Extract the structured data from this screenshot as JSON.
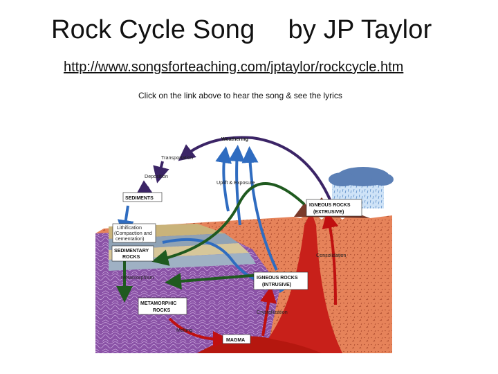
{
  "header": {
    "song_title": "Rock Cycle Song",
    "author": "by  JP Taylor",
    "link": "http://www.songsforteaching.com/jptaylor/rockcycle.htm",
    "note": "Click on the link above to hear the song & see the lyrics"
  },
  "diagram": {
    "labels": {
      "weathering": "Weathering",
      "transportation": "Transportation",
      "deposition": "Deposition",
      "uplift": "Uplift & Exposure",
      "sediments": "SEDIMENTS",
      "igneous_ext_1": "IGNEOUS ROCKS",
      "igneous_ext_2": "(EXTRUSIVE)",
      "lith_1": "Lithification",
      "lith_2": "(Compaction and",
      "lith_3": "cementation)",
      "sed_rocks_1": "SEDIMENTARY",
      "sed_rocks_2": "ROCKS",
      "consolidation": "Consolidation",
      "metamorphism": "Metamorphism",
      "igneous_int_1": "IGNEOUS ROCKS",
      "igneous_int_2": "(INTRUSIVE)",
      "meta_rocks_1": "METAMORPHIC",
      "meta_rocks_2": "ROCKS",
      "crystallization": "Crystallization",
      "melting": "Melting",
      "magma": "MAGMA"
    },
    "colors": {
      "weathering_arrow": "#3b2466",
      "uplift_arrow": "#2f6cc0",
      "green_arrow": "#1f5a1f",
      "red_arrow": "#c01010",
      "metamorphic_rock": "#8a52a6",
      "igneous_rock": "#e6835a",
      "magma": "#c8201a",
      "cloud": "#5b7fb5",
      "rain": "#6aa0d8"
    }
  }
}
